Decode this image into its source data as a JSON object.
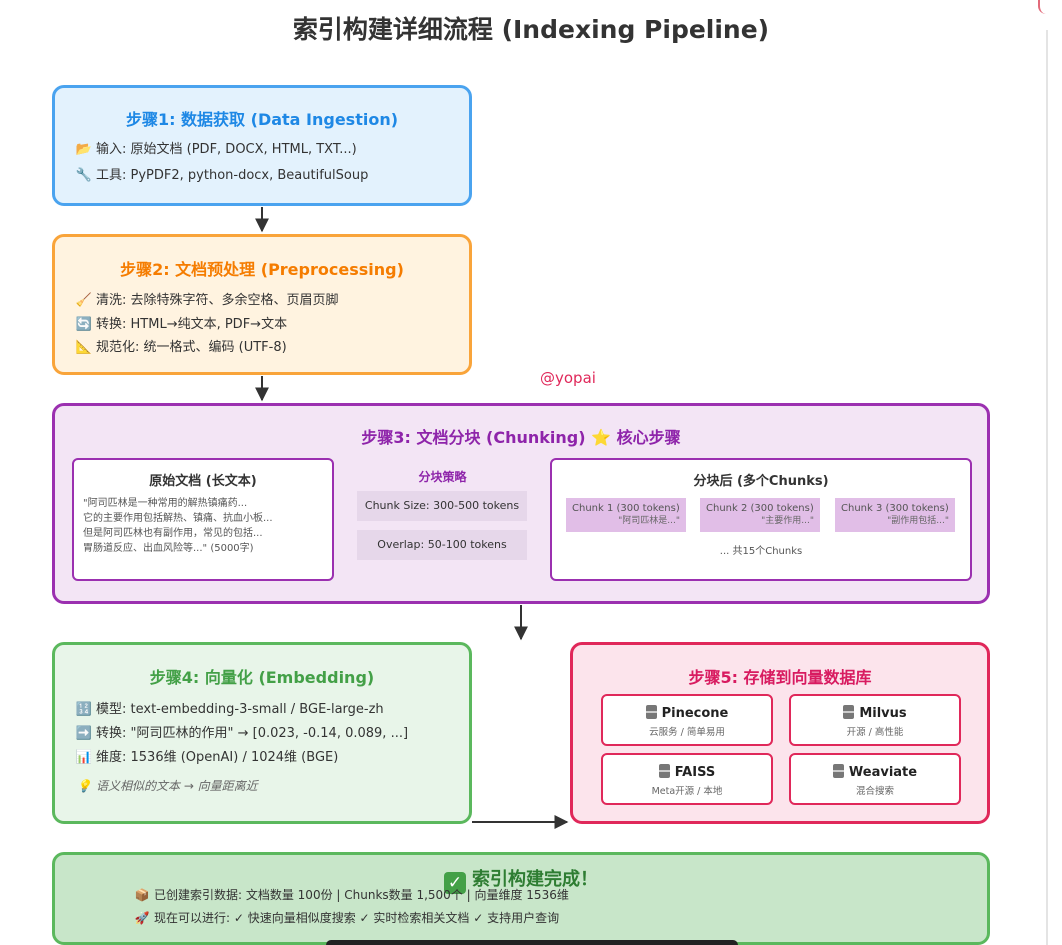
{
  "title": "索引构建详细流程 (Indexing Pipeline)",
  "watermark": "@yopai",
  "step1": {
    "heading": "步骤1: 数据获取 (Data Ingestion)",
    "lines": [
      "输入: 原始文档 (PDF, DOCX, HTML, TXT...)",
      "工具: PyPDF2, python-docx, BeautifulSoup"
    ],
    "icons": [
      "folder-icon",
      "wrench-icon"
    ]
  },
  "step2": {
    "heading": "步骤2: 文档预处理 (Preprocessing)",
    "lines": [
      "清洗: 去除特殊字符、多余空格、页眉页脚",
      "转换: HTML→纯文本, PDF→文本",
      "规范化: 统一格式、编码 (UTF-8)"
    ],
    "icons": [
      "broom-icon",
      "refresh-icon",
      "ruler-icon"
    ]
  },
  "step3": {
    "heading": "步骤3: 文档分块 (Chunking)",
    "heading_tail": "核心步骤",
    "original": {
      "title": "原始文档 (长文本)",
      "lines": [
        "\"阿司匹林是一种常用的解热镇痛药...",
        "它的主要作用包括解热、镇痛、抗血小板...",
        "但是阿司匹林也有副作用，常见的包括...",
        "胃肠道反应、出血风险等...\" (5000字)"
      ]
    },
    "strategy": {
      "label": "分块策略",
      "size": "Chunk Size: 300-500 tokens",
      "overlap": "Overlap: 50-100 tokens"
    },
    "chunks": {
      "title": "分块后 (多个Chunks)",
      "items": [
        {
          "label": "Chunk 1 (300 tokens)",
          "quote": "\"阿司匹林是...\""
        },
        {
          "label": "Chunk 2 (300 tokens)",
          "quote": "\"主要作用...\""
        },
        {
          "label": "Chunk 3 (300 tokens)",
          "quote": "\"副作用包括...\""
        }
      ],
      "total": "... 共15个Chunks"
    }
  },
  "step4": {
    "heading": "步骤4: 向量化 (Embedding)",
    "lines": [
      "模型: text-embedding-3-small / BGE-large-zh",
      "转换: \"阿司匹林的作用\" → [0.023, -0.14, 0.089, ...]",
      "维度: 1536维 (OpenAI) / 1024维 (BGE)"
    ],
    "icons": [
      "numbers-icon",
      "arrow-right-icon",
      "bar-chart-icon"
    ],
    "note": "语义相似的文本 → 向量距离近"
  },
  "step5": {
    "heading": "步骤5: 存储到向量数据库",
    "dbs": [
      {
        "name": "Pinecone",
        "desc": "云服务 / 简单易用"
      },
      {
        "name": "Milvus",
        "desc": "开源 / 高性能"
      },
      {
        "name": "FAISS",
        "desc": "Meta开源 / 本地"
      },
      {
        "name": "Weaviate",
        "desc": "混合搜索"
      }
    ]
  },
  "done": {
    "heading": "索引构建完成！",
    "line1": "已创建索引数据: 文档数量 100份 | Chunks数量 1,500个 | 向量维度 1536维",
    "line2": "现在可以进行: ✓ 快速向量相似度搜索 ✓ 实时检索相关文档 ✓ 支持用户查询"
  },
  "colors": {
    "blue": "#1e88e5",
    "orange": "#f57c00",
    "purple": "#8e24aa",
    "green": "#43a047",
    "pink": "#d81b60",
    "arrow": "#333333"
  }
}
